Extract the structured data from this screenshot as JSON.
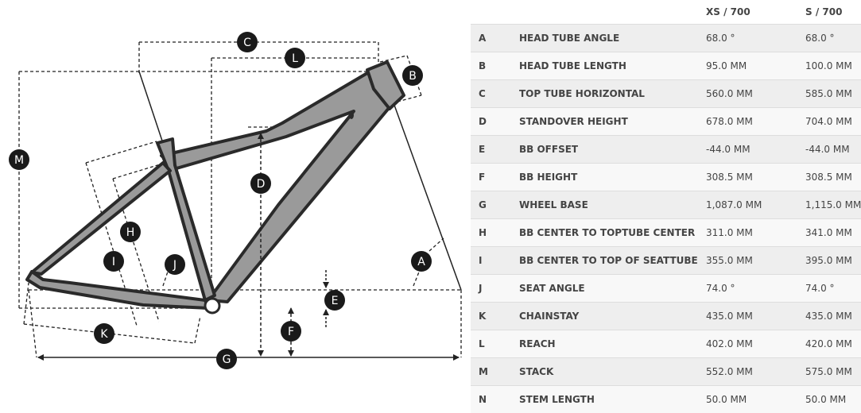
{
  "diagram": {
    "markers": [
      "A",
      "B",
      "C",
      "D",
      "E",
      "F",
      "G",
      "H",
      "I",
      "J",
      "K",
      "L",
      "M"
    ]
  },
  "table": {
    "headers": [
      "",
      "",
      "XS / 700",
      "S / 700"
    ],
    "rows": [
      {
        "letter": "A",
        "name": "HEAD TUBE ANGLE",
        "xs": "68.0 °",
        "s": "68.0 °"
      },
      {
        "letter": "B",
        "name": "HEAD TUBE LENGTH",
        "xs": "95.0 MM",
        "s": "100.0 MM"
      },
      {
        "letter": "C",
        "name": "TOP TUBE HORIZONTAL",
        "xs": "560.0 MM",
        "s": "585.0 MM"
      },
      {
        "letter": "D",
        "name": "STANDOVER HEIGHT",
        "xs": "678.0 MM",
        "s": "704.0 MM"
      },
      {
        "letter": "E",
        "name": "BB OFFSET",
        "xs": "-44.0 MM",
        "s": "-44.0 MM"
      },
      {
        "letter": "F",
        "name": "BB HEIGHT",
        "xs": "308.5 MM",
        "s": "308.5 MM"
      },
      {
        "letter": "G",
        "name": "WHEEL BASE",
        "xs": "1,087.0 MM",
        "s": "1,115.0 MM"
      },
      {
        "letter": "H",
        "name": "BB CENTER TO TOPTUBE CENTER",
        "xs": "311.0 MM",
        "s": "341.0 MM"
      },
      {
        "letter": "I",
        "name": "BB CENTER TO TOP OF SEATTUBE",
        "xs": "355.0 MM",
        "s": "395.0 MM"
      },
      {
        "letter": "J",
        "name": "SEAT ANGLE",
        "xs": "74.0 °",
        "s": "74.0 °"
      },
      {
        "letter": "K",
        "name": "CHAINSTAY",
        "xs": "435.0 MM",
        "s": "435.0 MM"
      },
      {
        "letter": "L",
        "name": "REACH",
        "xs": "402.0 MM",
        "s": "420.0 MM"
      },
      {
        "letter": "M",
        "name": "STACK",
        "xs": "552.0 MM",
        "s": "575.0 MM"
      },
      {
        "letter": "N",
        "name": "STEM LENGTH",
        "xs": "50.0 MM",
        "s": "50.0 MM"
      }
    ]
  }
}
